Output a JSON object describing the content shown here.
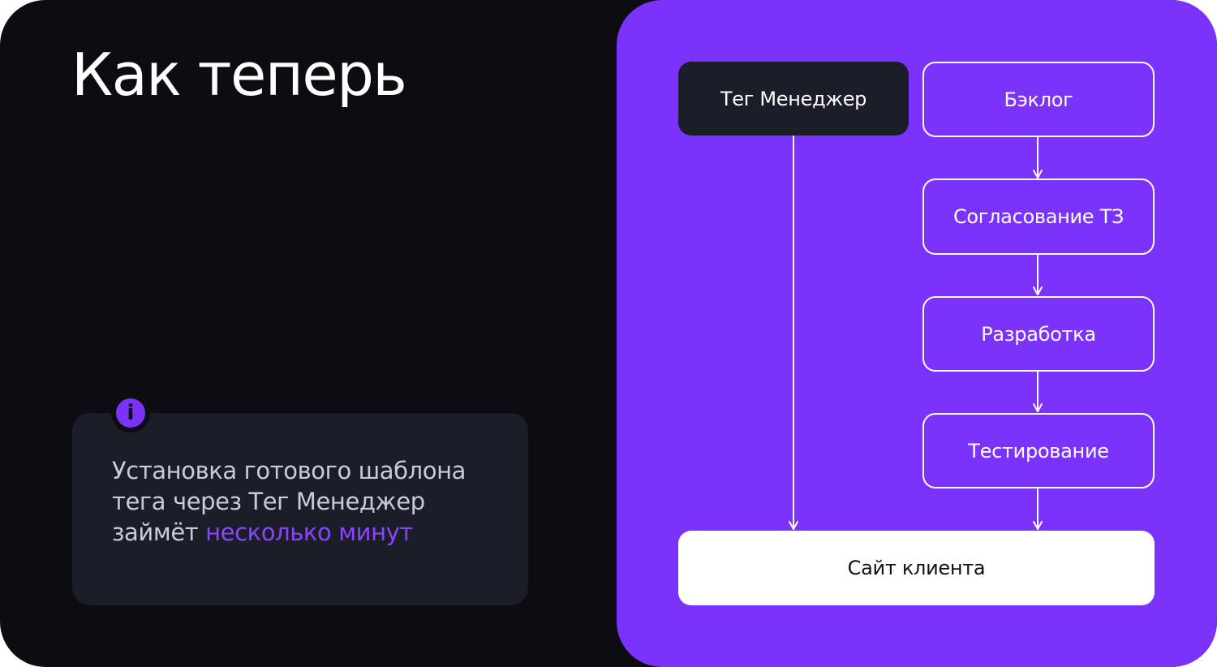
{
  "slide": {
    "title": "Как теперь",
    "colors": {
      "background": "#0c0c12",
      "panel": "#7b33fb",
      "card": "#1b1e28",
      "accent": "#8a44ff"
    }
  },
  "info_card": {
    "icon": "info-icon",
    "icon_glyph": "i",
    "line1": "Установка готового шаблона",
    "line2": "тега через Тег Менеджер",
    "line3_prefix": "займёт ",
    "line3_accent": "несколько минут"
  },
  "diagram": {
    "nodes": {
      "tag_manager": "Тег Менеджер",
      "backlog": "Бэклог",
      "spec_approval": "Согласование ТЗ",
      "development": "Разработка",
      "testing": "Тестирование",
      "client_site": "Сайт клиента"
    },
    "edges": [
      {
        "from": "Тег Менеджер",
        "to": "Сайт клиента"
      },
      {
        "from": "Бэклог",
        "to": "Согласование ТЗ"
      },
      {
        "from": "Согласование ТЗ",
        "to": "Разработка"
      },
      {
        "from": "Разработка",
        "to": "Тестирование"
      },
      {
        "from": "Тестирование",
        "to": "Сайт клиента"
      }
    ]
  }
}
